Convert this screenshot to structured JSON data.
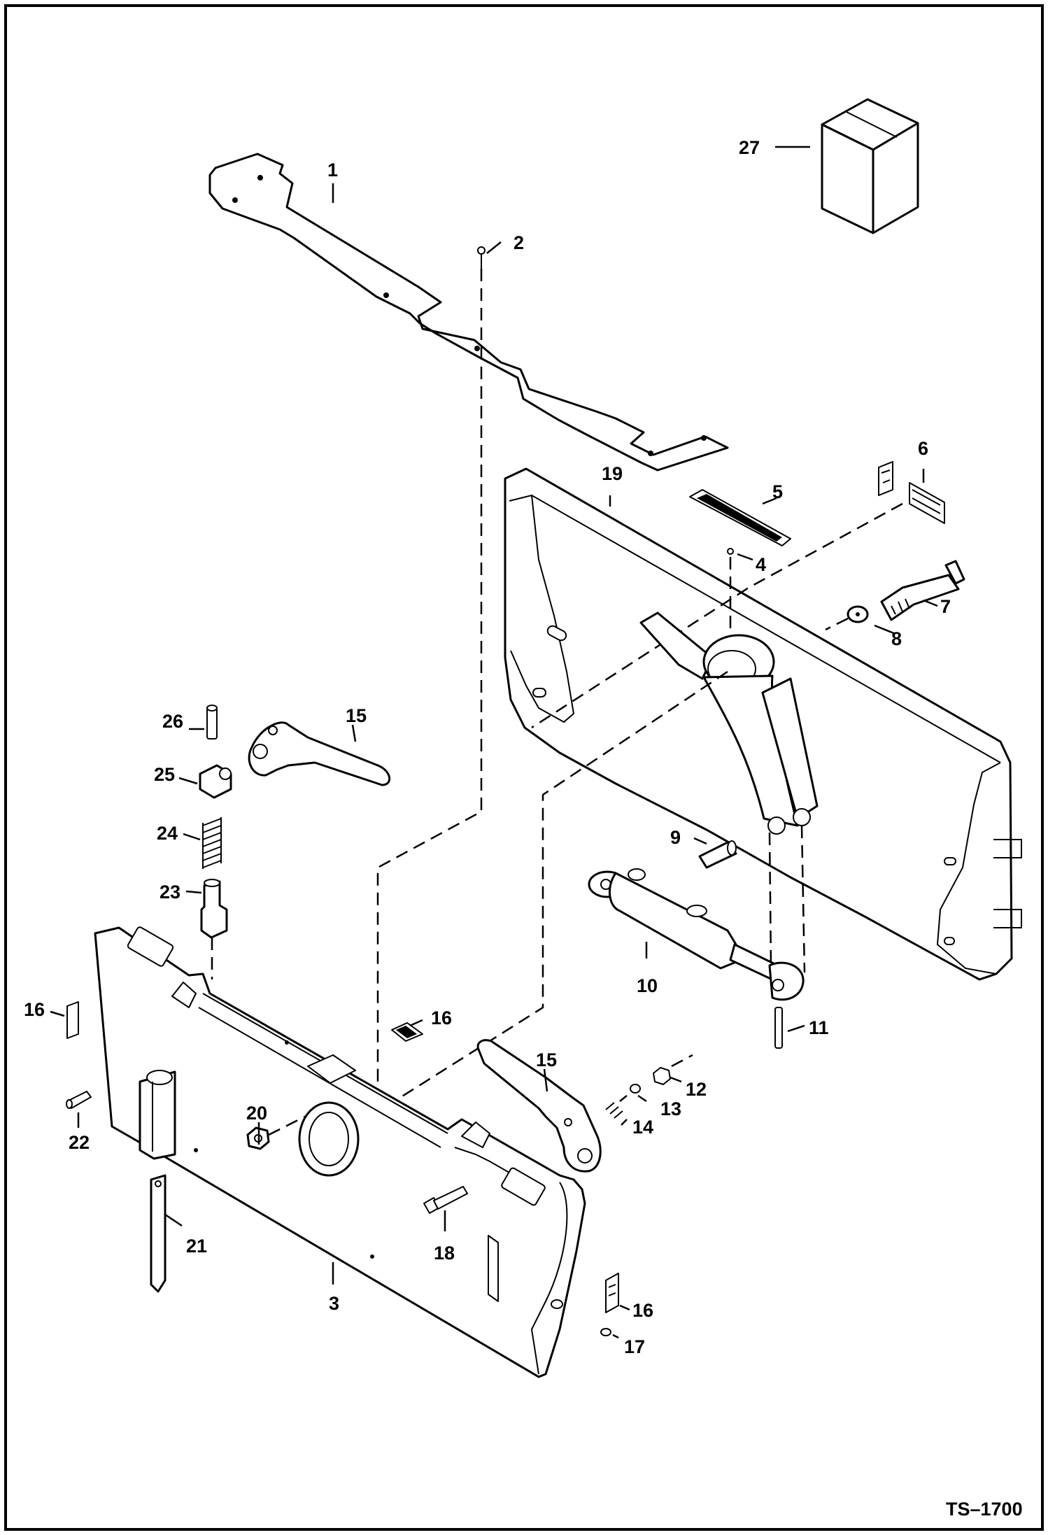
{
  "drawing_ref": "TS–1700",
  "callouts": [
    {
      "id": "c1",
      "text": "1"
    },
    {
      "id": "c2",
      "text": "2"
    },
    {
      "id": "c3",
      "text": "3"
    },
    {
      "id": "c4",
      "text": "4"
    },
    {
      "id": "c5",
      "text": "5"
    },
    {
      "id": "c6",
      "text": "6"
    },
    {
      "id": "c7",
      "text": "7"
    },
    {
      "id": "c8",
      "text": "8"
    },
    {
      "id": "c9",
      "text": "9"
    },
    {
      "id": "c10",
      "text": "10"
    },
    {
      "id": "c11",
      "text": "11"
    },
    {
      "id": "c12",
      "text": "12"
    },
    {
      "id": "c13",
      "text": "13"
    },
    {
      "id": "c14",
      "text": "14"
    },
    {
      "id": "c15a",
      "text": "15"
    },
    {
      "id": "c15b",
      "text": "15"
    },
    {
      "id": "c16a",
      "text": "16"
    },
    {
      "id": "c16b",
      "text": "16"
    },
    {
      "id": "c16c",
      "text": "16"
    },
    {
      "id": "c17",
      "text": "17"
    },
    {
      "id": "c18",
      "text": "18"
    },
    {
      "id": "c19",
      "text": "19"
    },
    {
      "id": "c20",
      "text": "20"
    },
    {
      "id": "c21",
      "text": "21"
    },
    {
      "id": "c22",
      "text": "22"
    },
    {
      "id": "c23",
      "text": "23"
    },
    {
      "id": "c24",
      "text": "24"
    },
    {
      "id": "c25",
      "text": "25"
    },
    {
      "id": "c26",
      "text": "26"
    },
    {
      "id": "c27",
      "text": "27"
    }
  ]
}
